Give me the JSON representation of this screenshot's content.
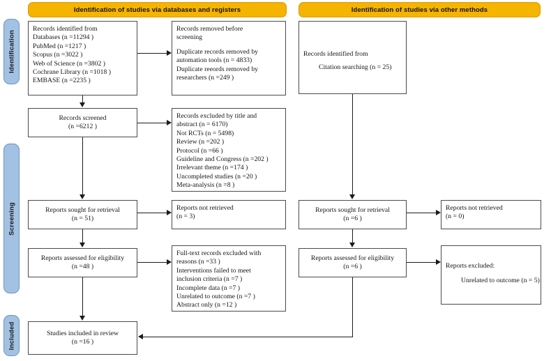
{
  "diagram": {
    "title": "PRISMA 2020 flow diagram",
    "colors": {
      "banner_fill": "#F5B400",
      "banner_border": "#D79B00",
      "stage_fill": "#A3C2E3",
      "stage_border": "#6B94C4",
      "box_border": "#4a4a4a",
      "connector": "#1b1b1b",
      "background": "#ffffff"
    }
  },
  "banners": {
    "databases": "Identification of studies via databases and registers",
    "other_methods": "Identification of studies via other methods"
  },
  "stages": {
    "identification": "Identification",
    "screening": "Screening",
    "included": "Included"
  },
  "left_column": {
    "records_identified": {
      "heading": "Records identified from",
      "lines": [
        "Databases (n =11294 )",
        "PubMed (n =1217 )",
        "Scopus (n =3022 )",
        "Web of Science (n =3802 )",
        "Cochrane Library (n =1018 )",
        "EMBASE (n =2235 )"
      ]
    },
    "records_removed": {
      "heading_line1": "Records removed before",
      "heading_line2": "screening",
      "lines": [
        "Duplicate records removed by",
        "automation tools (n = 4833)",
        "Duplicate reeords removed by",
        "researchers (n =249 )"
      ]
    },
    "records_screened": {
      "label": "Records screened",
      "count": "(n =6212 )"
    },
    "records_excluded": {
      "lines": [
        "Records excluded by title and",
        "abstract (n = 6170)",
        "Not RCTs (n = 5498)",
        "Review (n =202 )",
        "Protocol (n =66 )",
        "Guideline and Congress (n =202 )",
        "Irrelevant theme (n =174 )",
        "Uncompleted studies (n =20 )",
        "Meta-analysis (n =8 )"
      ]
    },
    "reports_sought": {
      "label": "Reports sought for retrieval",
      "count": "(n = 51)"
    },
    "reports_not_retrieved": {
      "label": "Reports not retrieved",
      "count": "(n = 3)"
    },
    "reports_assessed": {
      "label": "Reports assessed for eligibility",
      "count": "(n =48 )"
    },
    "fulltext_excluded": {
      "lines": [
        "Full-text records excluded with",
        "reasons (n =33 )",
        "Interventions failed to meet",
        "inclusion criteria (n =7 )",
        "Incomplete data (n =7 )",
        "Unrelated to outcome (n =7 )",
        "Abstract only (n =12 )"
      ]
    }
  },
  "right_column": {
    "records_identified": {
      "heading": "Records identified from",
      "detail": "Citation searching (n = 25)"
    },
    "reports_sought": {
      "label": "Reports sought for retrieval",
      "count": "(n =6 )"
    },
    "reports_not_retrieved": {
      "label": "Reports not retrieved",
      "count": "(n = 0)"
    },
    "reports_assessed": {
      "label": "Reports assessed for eligibility",
      "count": "(n =6 )"
    },
    "reports_excluded": {
      "heading": "Reports excluded:",
      "detail": "Unrelated to outcome (n = 5)"
    }
  },
  "included_box": {
    "label": "Studies included in review",
    "count": "(n =16 )"
  }
}
